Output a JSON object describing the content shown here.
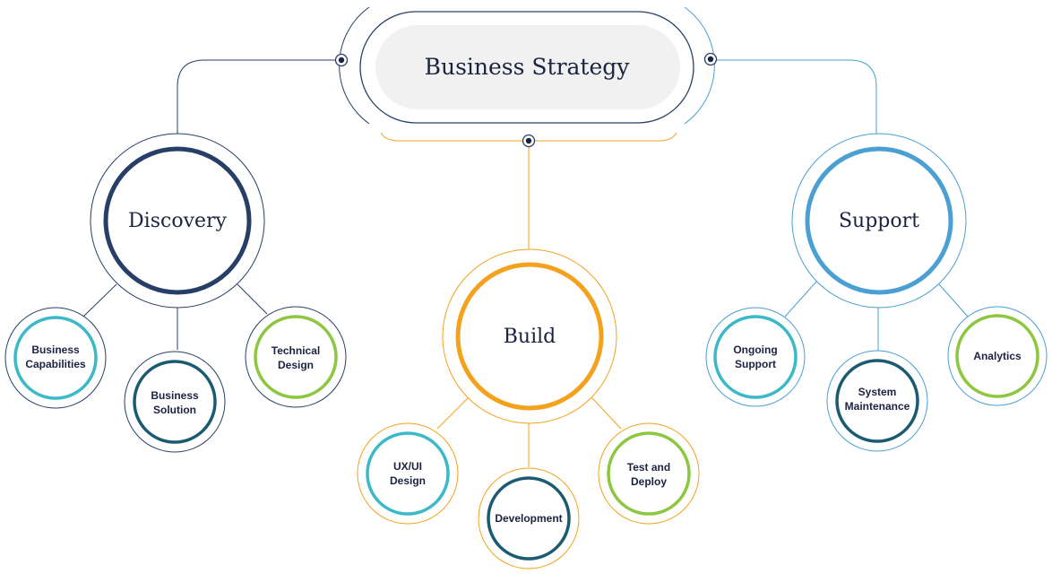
{
  "root": {
    "label": "Business Strategy"
  },
  "branches": [
    {
      "label": "Discovery",
      "color": "#273f66",
      "children": [
        {
          "lines": [
            "Business",
            "Capabilities"
          ],
          "color": "#3cb9c9"
        },
        {
          "lines": [
            "Business",
            "Solution"
          ],
          "color": "#1b5b72"
        },
        {
          "lines": [
            "Technical",
            "Design"
          ],
          "color": "#8dc63f"
        }
      ]
    },
    {
      "label": "Build",
      "color": "#f4a11d",
      "children": [
        {
          "lines": [
            "UX/UI",
            "Design"
          ],
          "color": "#3cb9c9"
        },
        {
          "lines": [
            "Development"
          ],
          "color": "#1b5b72"
        },
        {
          "lines": [
            "Test and",
            "Deploy"
          ],
          "color": "#8dc63f"
        }
      ]
    },
    {
      "label": "Support",
      "color": "#4a9fd3",
      "children": [
        {
          "lines": [
            "Ongoing",
            "Support"
          ],
          "color": "#3cb9c9"
        },
        {
          "lines": [
            "System",
            "Maintenance"
          ],
          "color": "#1b5b72"
        },
        {
          "lines": [
            "Analytics"
          ],
          "color": "#8dc63f"
        }
      ]
    }
  ],
  "colors": {
    "text": "#1c2340",
    "pill": "#f1f1f1",
    "outline_dark": "#273f66"
  }
}
